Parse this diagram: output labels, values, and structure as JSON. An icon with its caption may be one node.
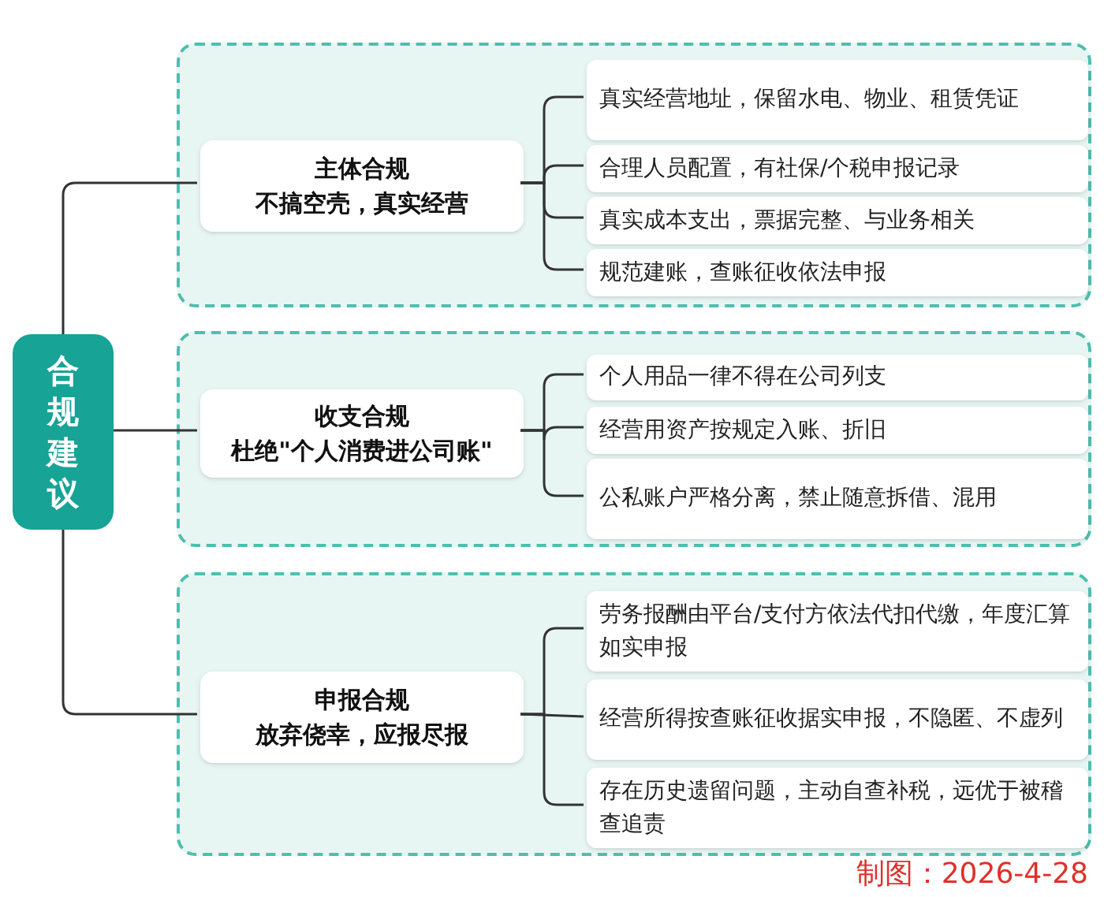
{
  "diagram": {
    "nodes": [
      {
        "text": [
          "合规建议"
        ]
      },
      {
        "text": [],
        "shape": "box"
      },
      {
        "text": [
          "主体合规",
          "不搞空壳，真实经营"
        ],
        "in": 1
      },
      {
        "text": [
          "真实经营地址，保留水电、物业、租赁凭证"
        ],
        "in": 1
      },
      {
        "text": [
          "合理人员配置，有社保/个税申报记录"
        ],
        "in": 1
      },
      {
        "text": [
          "真实成本支出，票据完整、与业务相关"
        ],
        "in": 1
      },
      {
        "text": [
          "规范建账，查账征收依法申报"
        ],
        "in": 1
      },
      {
        "text": [],
        "shape": "box"
      },
      {
        "text": [
          "收支合规",
          "杜绝\"个人消费进公司账\""
        ],
        "in": 7
      },
      {
        "text": [
          "个人用品一律不得在公司列支"
        ],
        "in": 7
      },
      {
        "text": [
          "经营用资产按规定入账、折旧"
        ],
        "in": 7
      },
      {
        "text": [
          "公私账户严格分离，禁止随意拆借、混用"
        ],
        "in": 7
      },
      {
        "text": [],
        "shape": "box"
      },
      {
        "text": [
          "申报合规",
          "放弃侥幸，应报尽报"
        ],
        "in": 12
      },
      {
        "text": [
          "劳务报酬由平台/支付方依法代扣代缴，年度汇算如实申报"
        ],
        "in": 12
      },
      {
        "text": [
          "经营所得按查账征收据实申报，不隐匿、不虚列"
        ],
        "in": 12
      },
      {
        "text": [
          "存在历史遗留问题，主动自查补税，远优于被稽查追责"
        ],
        "in": 12
      }
    ],
    "edges": [
      {
        "from": 0,
        "to": 2,
        "arrow": "none"
      },
      {
        "from": 0,
        "to": 8,
        "arrow": "none"
      },
      {
        "from": 0,
        "to": 13,
        "arrow": "none"
      },
      {
        "from": 2,
        "to": 3,
        "arrow": "none"
      },
      {
        "from": 2,
        "to": 4,
        "arrow": "none"
      },
      {
        "from": 2,
        "to": 5,
        "arrow": "none"
      },
      {
        "from": 2,
        "to": 6,
        "arrow": "none"
      },
      {
        "from": 8,
        "to": 9,
        "arrow": "none"
      },
      {
        "from": 8,
        "to": 10,
        "arrow": "none"
      },
      {
        "from": 8,
        "to": 11,
        "arrow": "none"
      },
      {
        "from": 13,
        "to": 14,
        "arrow": "none"
      },
      {
        "from": 13,
        "to": 15,
        "arrow": "none"
      },
      {
        "from": 13,
        "to": 16,
        "arrow": "none"
      }
    ],
    "labels": [
      "制图：2026-4-28"
    ]
  }
}
